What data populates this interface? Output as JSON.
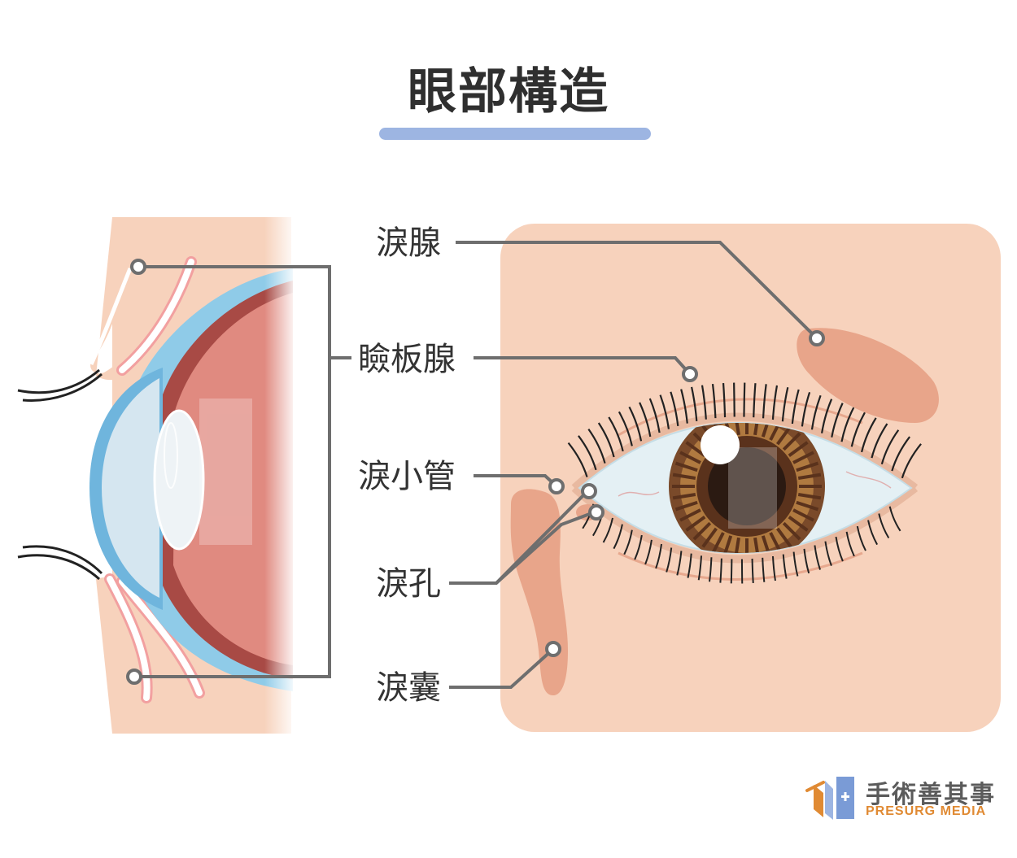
{
  "title": "眼部構造",
  "labels": {
    "lacrimal_gland": "淚腺",
    "meibomian_gland": "瞼板腺",
    "canaliculus": "淚小管",
    "punctum": "淚孔",
    "lacrimal_sac": "淚囊"
  },
  "brand": {
    "name_cn": "手術善其事",
    "name_en": "PRESURG MEDIA"
  },
  "colors": {
    "accent_bar": "#9db5e2",
    "skin": "#f7d2bc",
    "leader_line": "#6e6e6e",
    "iris": "#7a4a2a",
    "brand_orange": "#e08a33"
  }
}
